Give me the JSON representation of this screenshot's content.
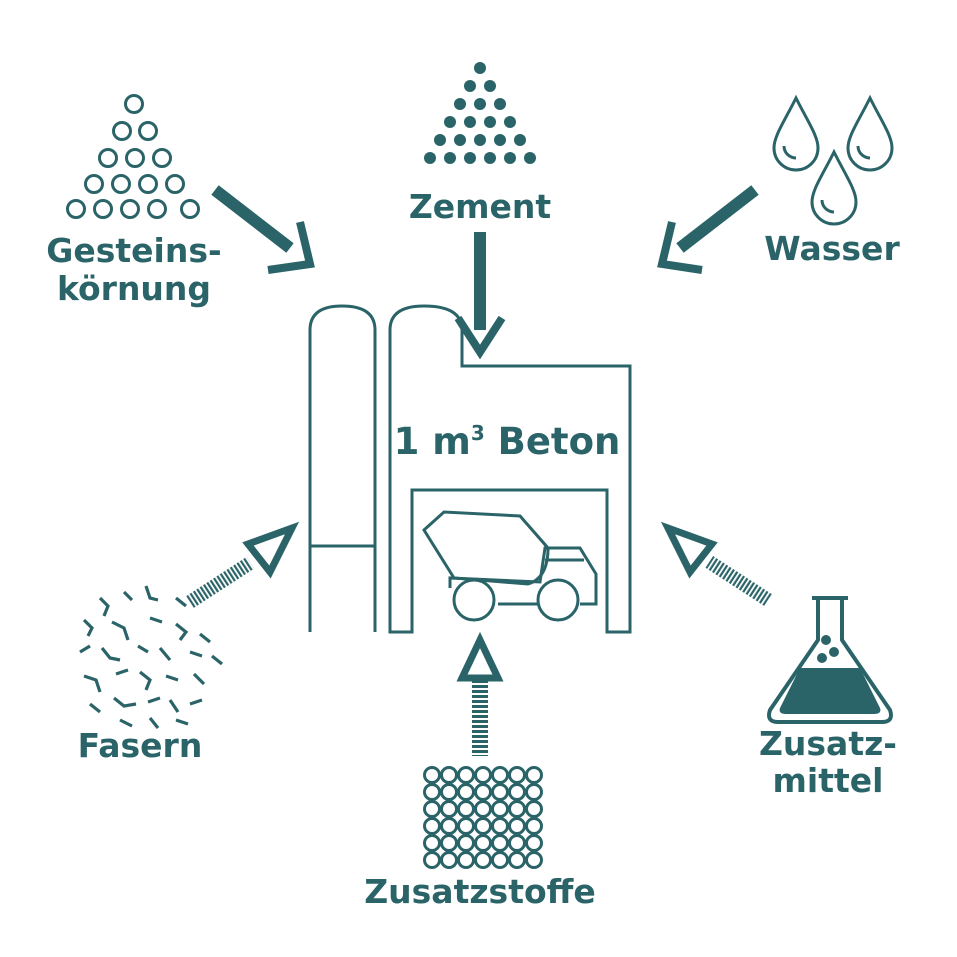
{
  "colors": {
    "primary": "#2a6468",
    "background": "#ffffff"
  },
  "center": {
    "line1_prefix": "1 m",
    "superscript": "3",
    "line1_suffix": " Beton"
  },
  "inputs": {
    "aggregate": {
      "line1": "Gesteins-",
      "line2": "körnung",
      "icon": "circles-pyramid-icon",
      "flow": "solid"
    },
    "cement": {
      "label": "Zement",
      "icon": "dots-pyramid-icon",
      "flow": "solid"
    },
    "water": {
      "label": "Wasser",
      "icon": "water-drops-icon",
      "flow": "solid"
    },
    "fibers": {
      "label": "Fasern",
      "icon": "fibers-icon",
      "flow": "dashed"
    },
    "additives": {
      "label": "Zusatzstoffe",
      "icon": "circle-grid-icon",
      "flow": "dashed"
    },
    "admixtures": {
      "line1": "Zusatz-",
      "line2": "mittel",
      "icon": "flask-icon",
      "flow": "dashed"
    }
  }
}
